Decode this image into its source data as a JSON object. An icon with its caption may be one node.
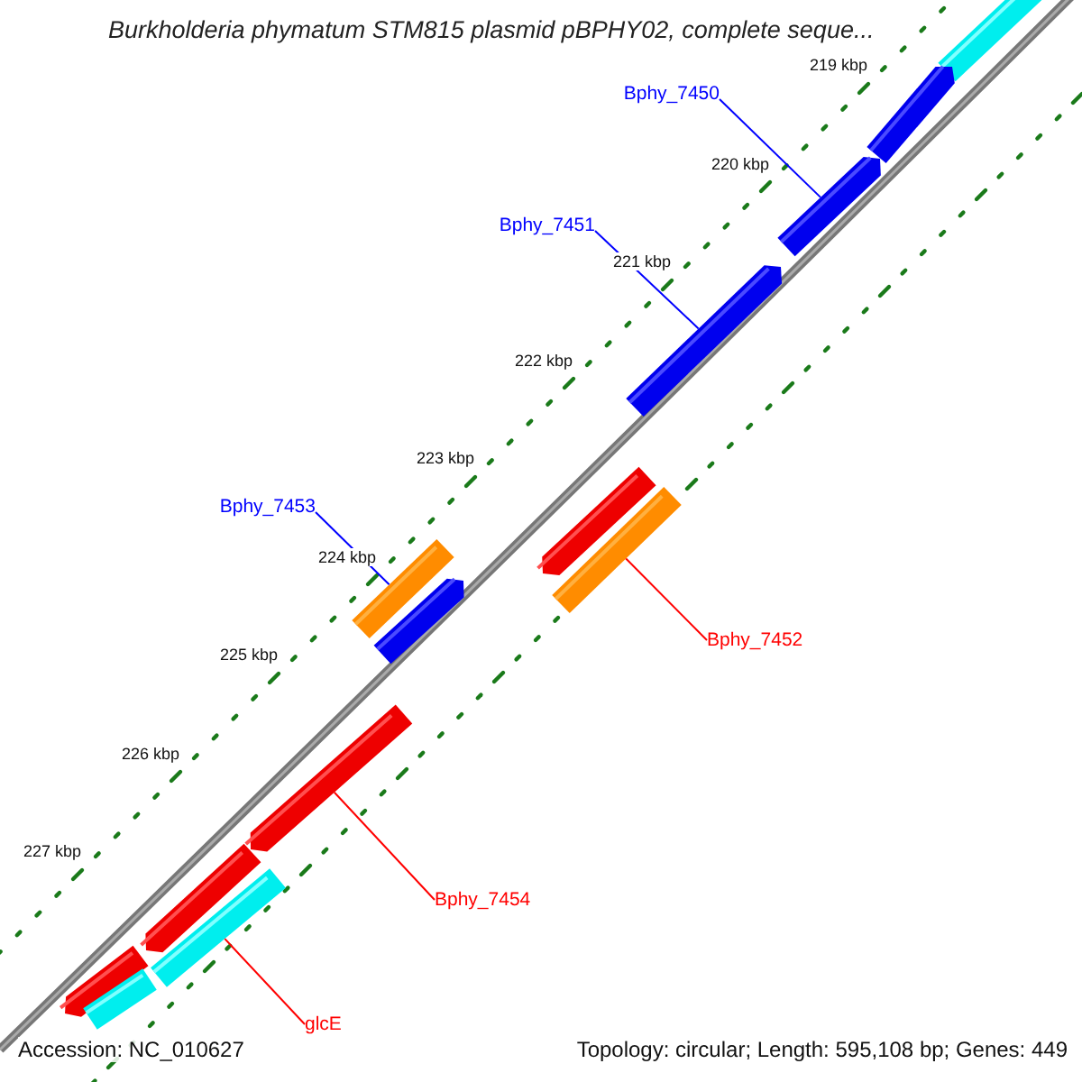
{
  "diagram": {
    "title": "Burkholderia phymatum STM815 plasmid pBPHY02, complete seque...",
    "nodes": [
      {
        "text": [
          "Bphy_7450"
        ]
      },
      {
        "text": [
          "Bphy_7451"
        ]
      },
      {
        "text": [
          "Bphy_7453"
        ]
      },
      {
        "text": [
          "Bphy_7452"
        ]
      },
      {
        "text": [
          "Bphy_7454"
        ]
      },
      {
        "text": [
          "glcE"
        ]
      },
      {
        "text": [],
        "shape": "bar"
      },
      {
        "text": [],
        "shape": "bar"
      },
      {
        "text": [],
        "shape": "bar"
      },
      {
        "text": [],
        "shape": "bar"
      },
      {
        "text": [],
        "shape": "bar"
      },
      {
        "text": [],
        "shape": "bar"
      },
      {
        "text": [],
        "shape": "bar"
      },
      {
        "text": [],
        "shape": "bar"
      },
      {
        "text": [],
        "shape": "bar"
      },
      {
        "text": [],
        "shape": "bar"
      },
      {
        "text": [],
        "shape": "bar"
      },
      {
        "text": [],
        "shape": "bar"
      },
      {
        "text": [],
        "shape": "bar"
      }
    ],
    "edges": [
      {
        "from": 0,
        "to": 8,
        "arrow": "none",
        "color": "#0000ff"
      },
      {
        "from": 1,
        "to": 9,
        "arrow": "none",
        "color": "#0000ff"
      },
      {
        "from": 2,
        "to": 10,
        "arrow": "none",
        "color": "#0000ff"
      },
      {
        "from": 3,
        "to": 13,
        "arrow": "none",
        "color": "#ff0000"
      },
      {
        "from": 4,
        "to": 14,
        "arrow": "none",
        "color": "#ff0000"
      },
      {
        "from": 5,
        "to": 16,
        "arrow": "none",
        "color": "#ff0000"
      }
    ],
    "labels": [
      "219 kbp",
      "220 kbp",
      "221 kbp",
      "222 kbp",
      "223 kbp",
      "224 kbp",
      "225 kbp",
      "226 kbp",
      "227 kbp",
      "Accession: NC_010627",
      "Topology: circular; Length: 595,108 bp; Genes: 449"
    ]
  }
}
